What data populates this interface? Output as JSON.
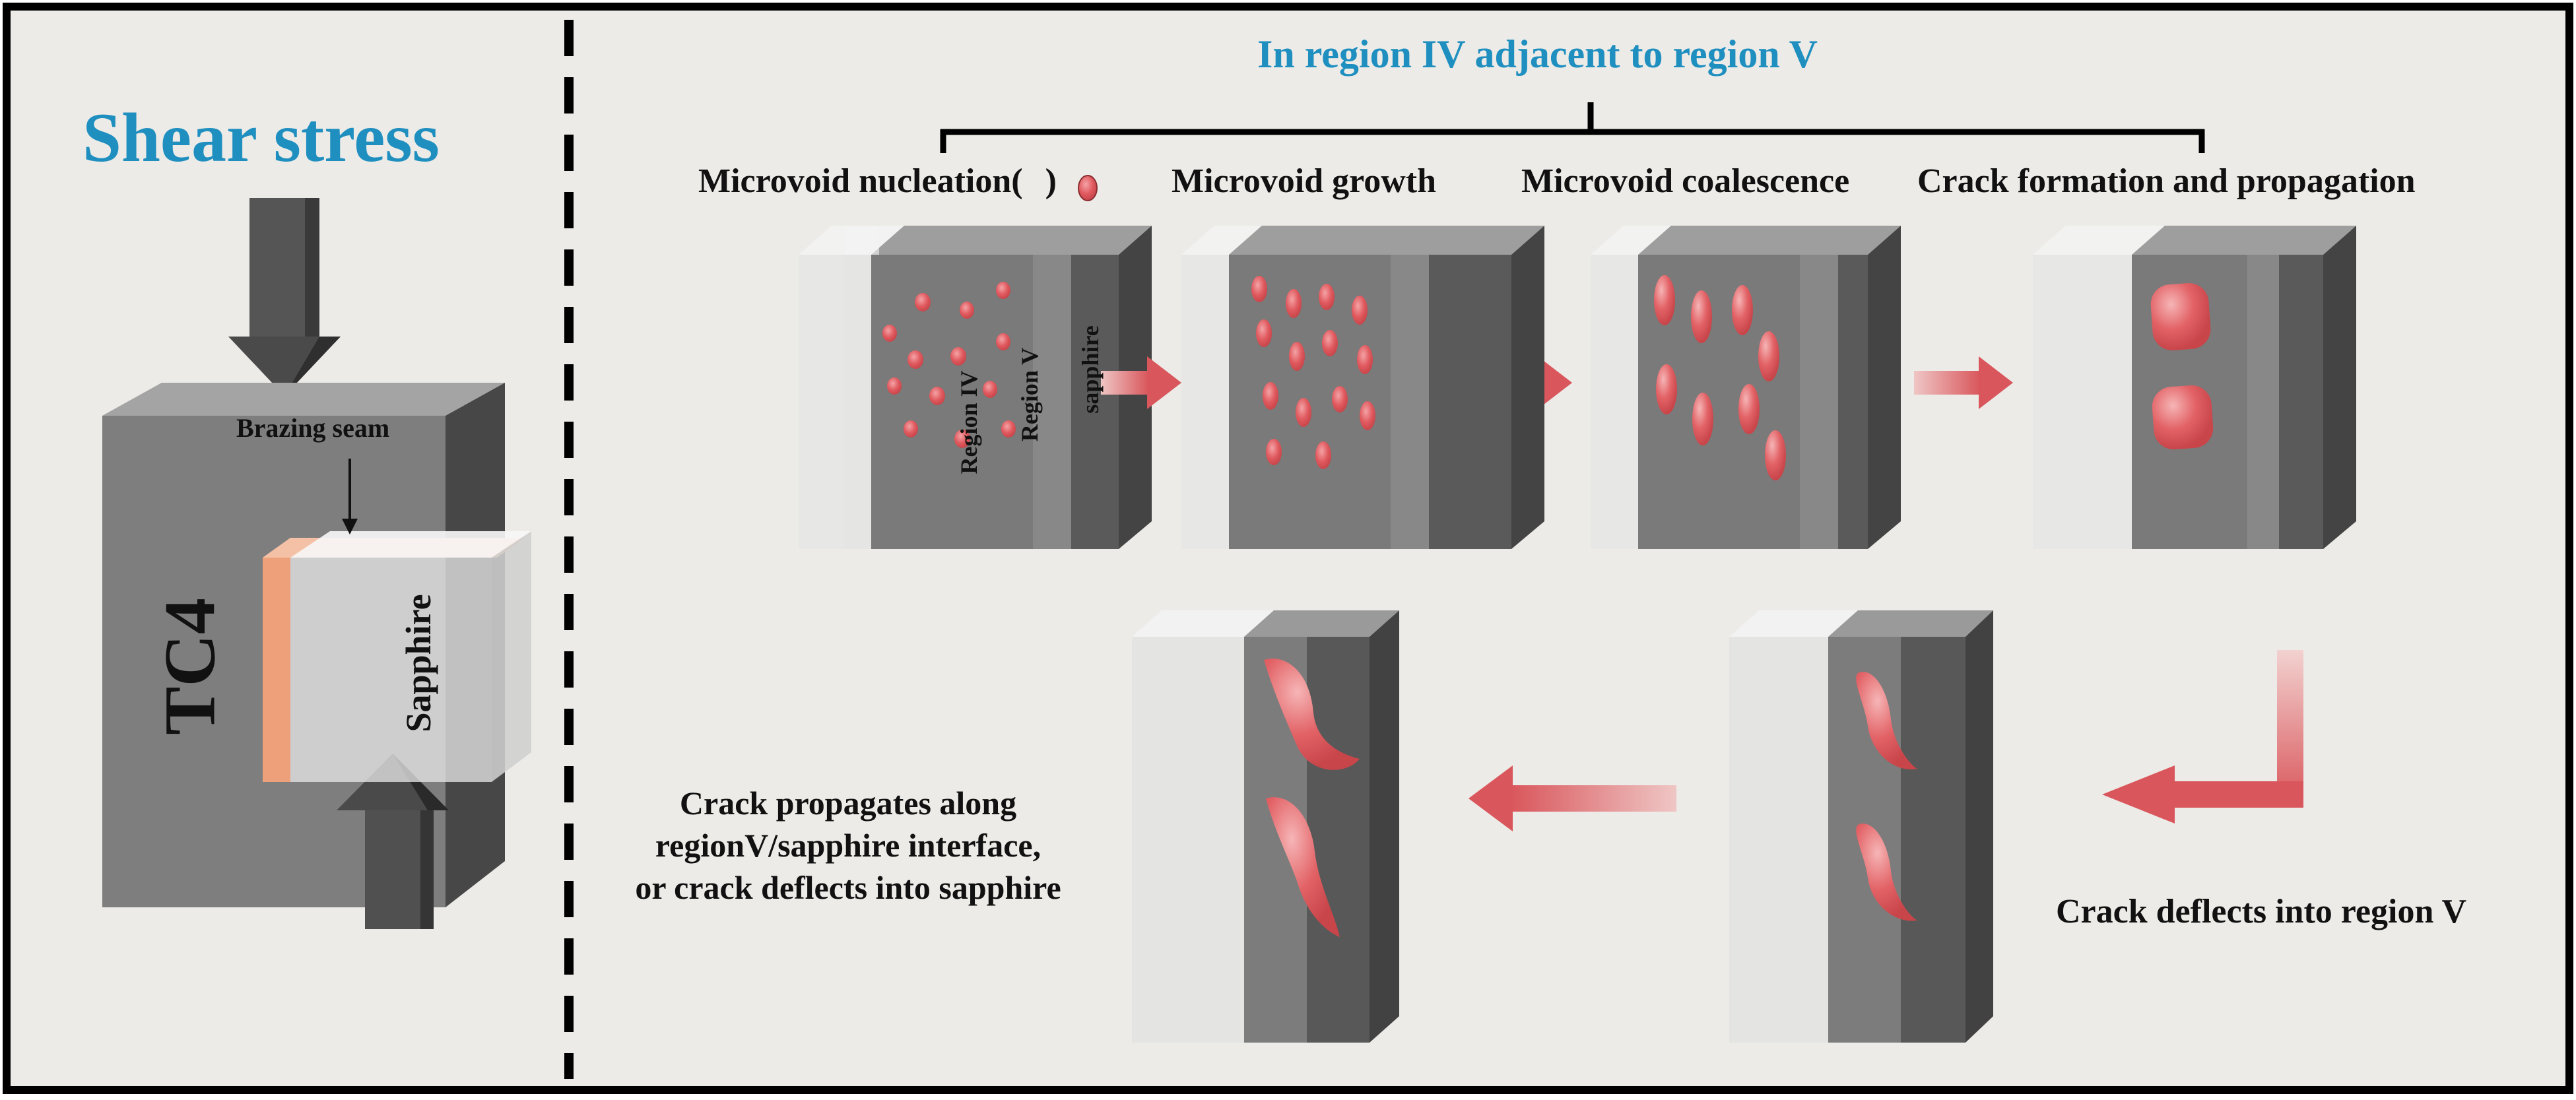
{
  "left_panel": {
    "title": "Shear stress",
    "block_label": "TC4",
    "seam_label": "Brazing seam",
    "sapphire_label": "Sapphire"
  },
  "right_panel": {
    "region_title": "In region IV adjacent to region V",
    "steps": [
      {
        "label": "Microvoid nucleation(",
        "suffix": ")"
      },
      {
        "label": "Microvoid growth"
      },
      {
        "label": "Microvoid coalescence"
      },
      {
        "label": "Crack formation and propagation"
      }
    ],
    "layer_labels": [
      "Region IV",
      "Region V",
      "sapphire"
    ],
    "bottom_right_caption": "Crack deflects into region V",
    "bottom_left_caption": [
      "Crack propagates along",
      "regionV/sapphire interface,",
      "or crack deflects into sapphire"
    ]
  },
  "colors": {
    "title_blue": "#1f8fc0",
    "background": "#ecebe7",
    "void_red": "#e05a5f",
    "arrow_red": "#d9575c",
    "dark_gray": "#555555",
    "seam_orange": "#eea07a"
  },
  "icons": [
    "down-arrow-icon",
    "up-arrow-icon",
    "process-arrow-icon",
    "elbow-arrow-icon"
  ]
}
